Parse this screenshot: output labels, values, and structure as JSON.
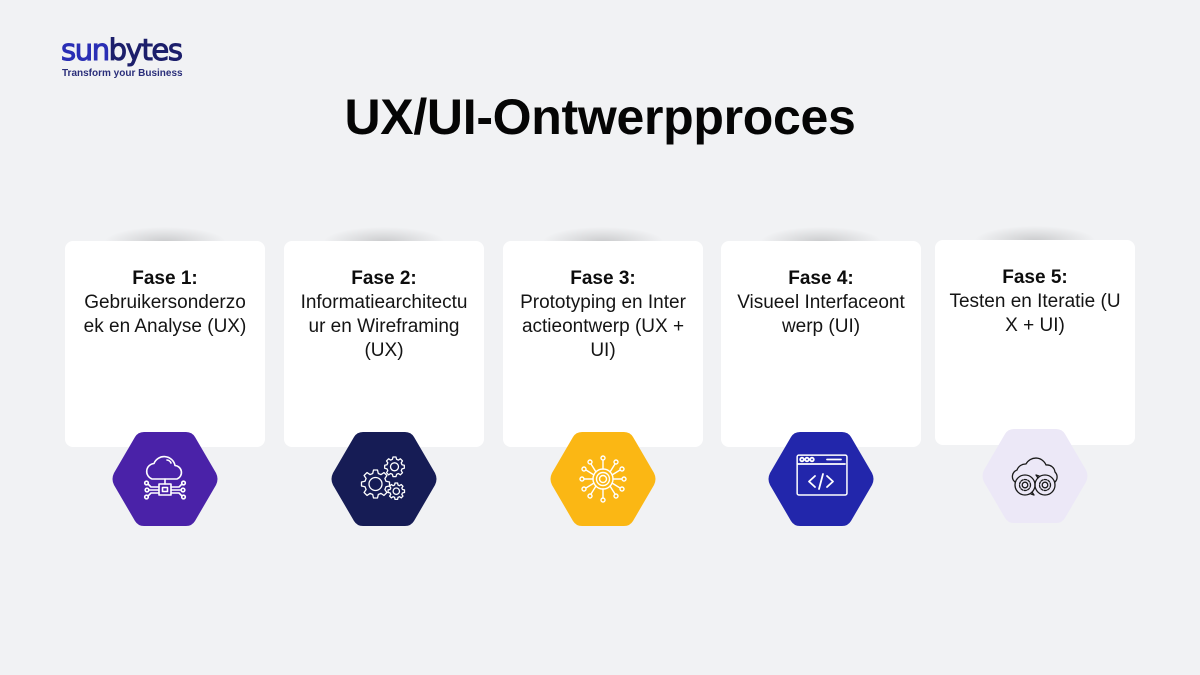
{
  "logo": {
    "part1": "sun",
    "part2": "bytes",
    "tagline": "Transform your Business",
    "colors": {
      "sun": "#2a2fb5",
      "bytes": "#1c1f6b"
    }
  },
  "title": "UX/UI-Ontwerpproces",
  "phases": [
    {
      "label": "Fase 1:",
      "description": "Gebruikersonderzoek en Analyse (UX)",
      "icon": "cloud-network-icon",
      "hex_color": "#4a22a8",
      "icon_color": "#ffffff"
    },
    {
      "label": "Fase 2:",
      "description": "Informatiearchitectuur en Wireframing (UX)",
      "icon": "gears-icon",
      "hex_color": "#161c55",
      "icon_color": "#ffffff"
    },
    {
      "label": "Fase 3:",
      "description": "Prototyping en Interactieontwerp (UX + UI)",
      "icon": "gear-network-icon",
      "hex_color": "#fbb714",
      "icon_color": "#ffffff"
    },
    {
      "label": "Fase 4:",
      "description": "Visueel Interfaceontwerp (UI)",
      "icon": "browser-code-icon",
      "hex_color": "#2226ab",
      "icon_color": "#ffffff"
    },
    {
      "label": "Fase 5:",
      "description": "Testen en Iteratie (UX + UI)",
      "icon": "cloud-gears-cycle-icon",
      "hex_color": "#ece8f7",
      "icon_color": "#1a1a1a"
    }
  ]
}
